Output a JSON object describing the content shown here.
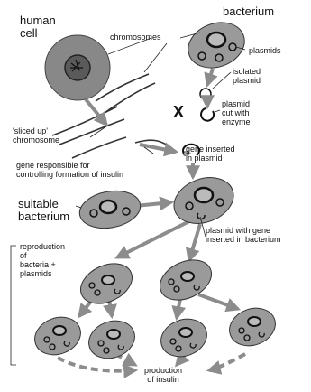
{
  "labels": {
    "human_cell": "human\ncell",
    "bacterium": "bacterium",
    "chromosomes": "chromosomes",
    "plasmids": "plasmids",
    "isolated_plasmid": "isolated\nplasmid",
    "cut_mark": "X",
    "plasmid_cut": "plasmid\ncut with\nenzyme",
    "sliced_chromosome": "'sliced up'\nchromosome",
    "gene_inserted": "gene inserted\nin plasmid",
    "gene_responsible": "gene responsible for\ncontrolling formation of insulin",
    "suitable_bacterium": "suitable\nbacterium",
    "plasmid_with_gene": "plasmid with gene\ninserted in bacterium",
    "reproduction": "reproduction\nof\nbacteria +\nplasmids",
    "production": "production\nof insulin"
  },
  "colors": {
    "cell_fill": "#888888",
    "nucleus_fill": "#5a5a5a",
    "bacterium_fill": "#9a9a9a",
    "arrow": "#8c8c8c",
    "line": "#222222"
  }
}
